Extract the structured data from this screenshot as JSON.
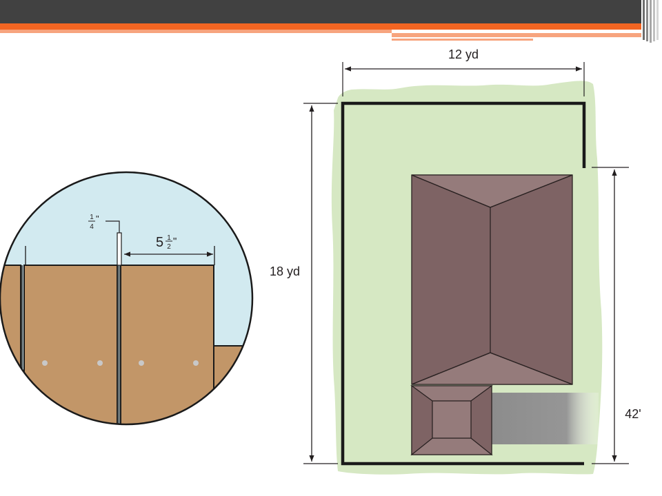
{
  "theme": {
    "header_dark": "#414141",
    "header_orange": "#f26522",
    "header_orange_light": "#f7a47e",
    "lawn": "#d6e8c3",
    "fence": "#1a1a1a",
    "roof_dark": "#7e6364",
    "roof_light": "#957b7b",
    "driveway": "#909090",
    "sky": "#d2eaf0",
    "fence_board": "#c29668",
    "nail": "#c8c8c8"
  },
  "yard_plan": {
    "width_label": "12 yd",
    "length_label": "18 yd",
    "opening_side_label": "42'"
  },
  "fence_detail": {
    "gap_label": {
      "whole": "",
      "numerator": "1",
      "denominator": "4",
      "unit": "\""
    },
    "board_width_label": {
      "whole": "5",
      "numerator": "1",
      "denominator": "2",
      "unit": "\""
    }
  }
}
